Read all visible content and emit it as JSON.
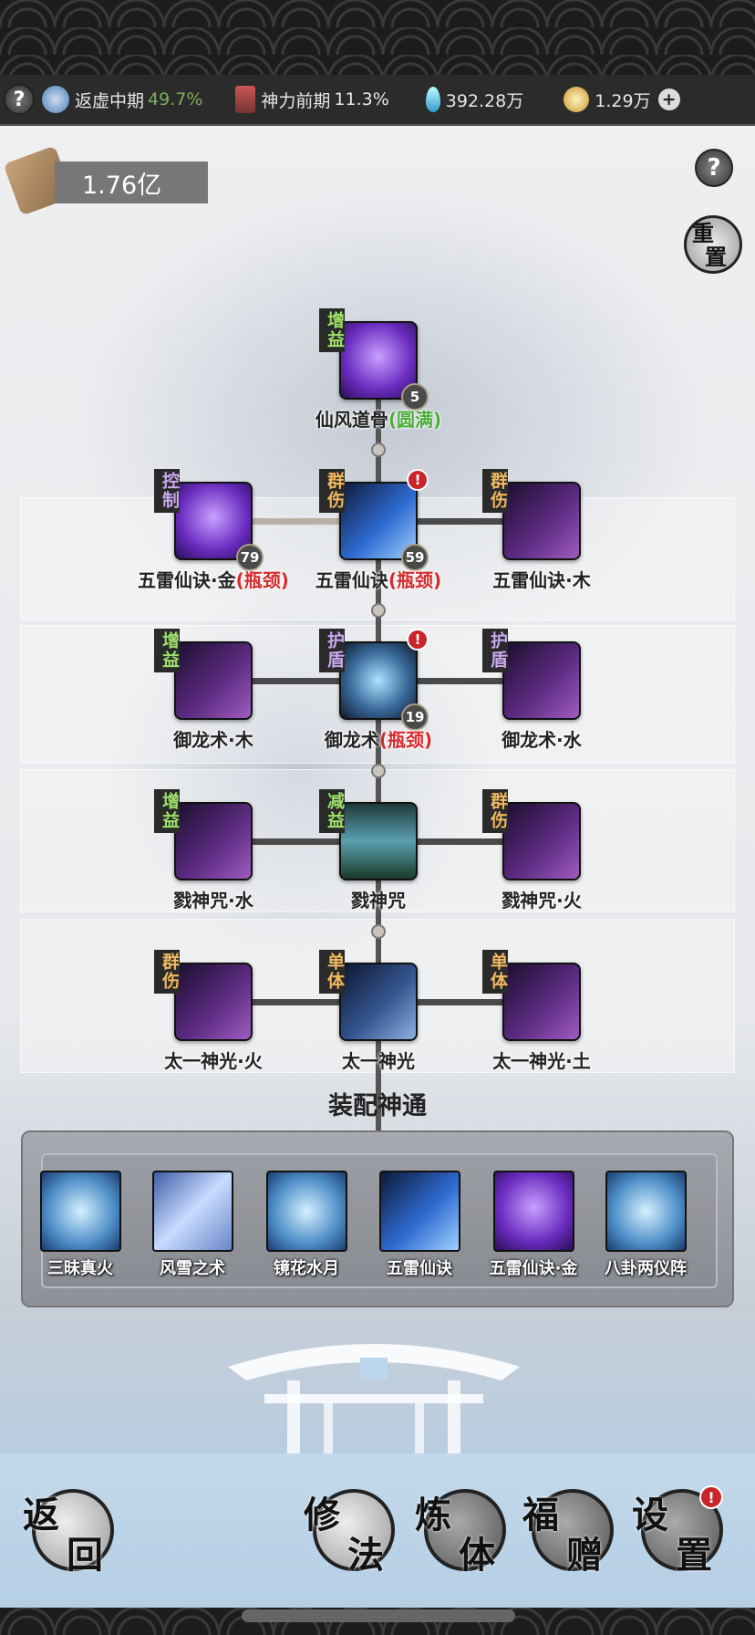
{
  "resource_bar": {
    "realm": "返虚中期",
    "realm_pct": "49.7%",
    "divine": "神力前期",
    "divine_pct": "11.3%",
    "spirit_stones": "392.28万",
    "currency": "1.29万"
  },
  "scroll_amount": "1.76亿",
  "reset_label": [
    "重",
    "置"
  ],
  "colors": {
    "green": "#4caf3a",
    "red": "#d62b2b",
    "tag_green": "#9be06a",
    "tag_orange": "#f0b860",
    "tag_purple": "#c9a8f0"
  },
  "tree": [
    [
      null,
      {
        "tag": "增益",
        "tag_color": "green",
        "name": "仙风道骨",
        "status": "(圆满)",
        "status_color": "green",
        "level": "5",
        "icon": "shield-icon",
        "art": "purple",
        "alert": false
      },
      null
    ],
    [
      {
        "tag": "控制",
        "tag_color": "purple",
        "name": "五雷仙诀·金",
        "status": "(瓶颈)",
        "status_color": "red",
        "level": "79",
        "icon": "lightning-icon",
        "art": "purple",
        "alert": false
      },
      {
        "tag": "群伤",
        "tag_color": "orange",
        "name": "五雷仙诀",
        "status": "(瓶颈)",
        "status_color": "red",
        "level": "59",
        "icon": "lightning-icon",
        "art": "blue",
        "alert": true
      },
      {
        "tag": "群伤",
        "tag_color": "orange",
        "name": "五雷仙诀·木",
        "icon": "lightning-icon",
        "art": "darkpurple",
        "alert": false
      }
    ],
    [
      {
        "tag": "增益",
        "tag_color": "green",
        "name": "御龙术·木",
        "icon": "dragon-icon",
        "art": "darkpurple",
        "alert": false
      },
      {
        "tag": "护盾",
        "tag_color": "purple",
        "name": "御龙术",
        "status": "(瓶颈)",
        "status_color": "red",
        "level": "19",
        "icon": "dragon-icon",
        "art": "steel",
        "alert": true
      },
      {
        "tag": "护盾",
        "tag_color": "purple",
        "name": "御龙术·水",
        "icon": "dragon-icon",
        "art": "darkpurple",
        "alert": false
      }
    ],
    [
      {
        "tag": "增益",
        "tag_color": "green",
        "name": "戮神咒·水",
        "icon": "curse-icon",
        "art": "darkpurple",
        "alert": false
      },
      {
        "tag": "减益",
        "tag_color": "green",
        "name": "戮神咒",
        "icon": "curse-icon",
        "art": "teal",
        "alert": false
      },
      {
        "tag": "群伤",
        "tag_color": "orange",
        "name": "戮神咒·火",
        "icon": "curse-icon",
        "art": "darkpurple",
        "alert": false
      }
    ],
    [
      {
        "tag": "群伤",
        "tag_color": "orange",
        "name": "太一神光·火",
        "icon": "light-beam-icon",
        "art": "darkpurple",
        "alert": false
      },
      {
        "tag": "单体",
        "tag_color": "orange",
        "name": "太一神光",
        "icon": "light-beam-icon",
        "art": "navy",
        "alert": false
      },
      {
        "tag": "单体",
        "tag_color": "orange",
        "name": "太一神光·土",
        "icon": "light-beam-icon",
        "art": "darkpurple",
        "alert": false
      }
    ]
  ],
  "equip": {
    "title": "装配神通",
    "slots": [
      {
        "name": "三昧真火",
        "icon": "blue-flame-icon",
        "art": "ice"
      },
      {
        "name": "风雪之术",
        "icon": "ice-shard-icon",
        "art": "frost"
      },
      {
        "name": "镜花水月",
        "icon": "lotus-icon",
        "art": "ice"
      },
      {
        "name": "五雷仙诀",
        "icon": "lightning-icon",
        "art": "blue"
      },
      {
        "name": "五雷仙诀·金",
        "icon": "lightning-icon",
        "art": "purple"
      },
      {
        "name": "八卦两仪阵",
        "icon": "yin-yang-icon",
        "art": "ice"
      }
    ]
  },
  "nav": [
    {
      "label": [
        "返",
        "回"
      ],
      "alert": false,
      "dark": false
    },
    {
      "label": [
        "修",
        "法"
      ],
      "alert": false,
      "dark": false
    },
    {
      "label": [
        "炼",
        "体"
      ],
      "alert": false,
      "dark": true
    },
    {
      "label": [
        "福",
        "赠"
      ],
      "alert": false,
      "dark": true
    },
    {
      "label": [
        "设",
        "置"
      ],
      "alert": true,
      "dark": true
    }
  ]
}
